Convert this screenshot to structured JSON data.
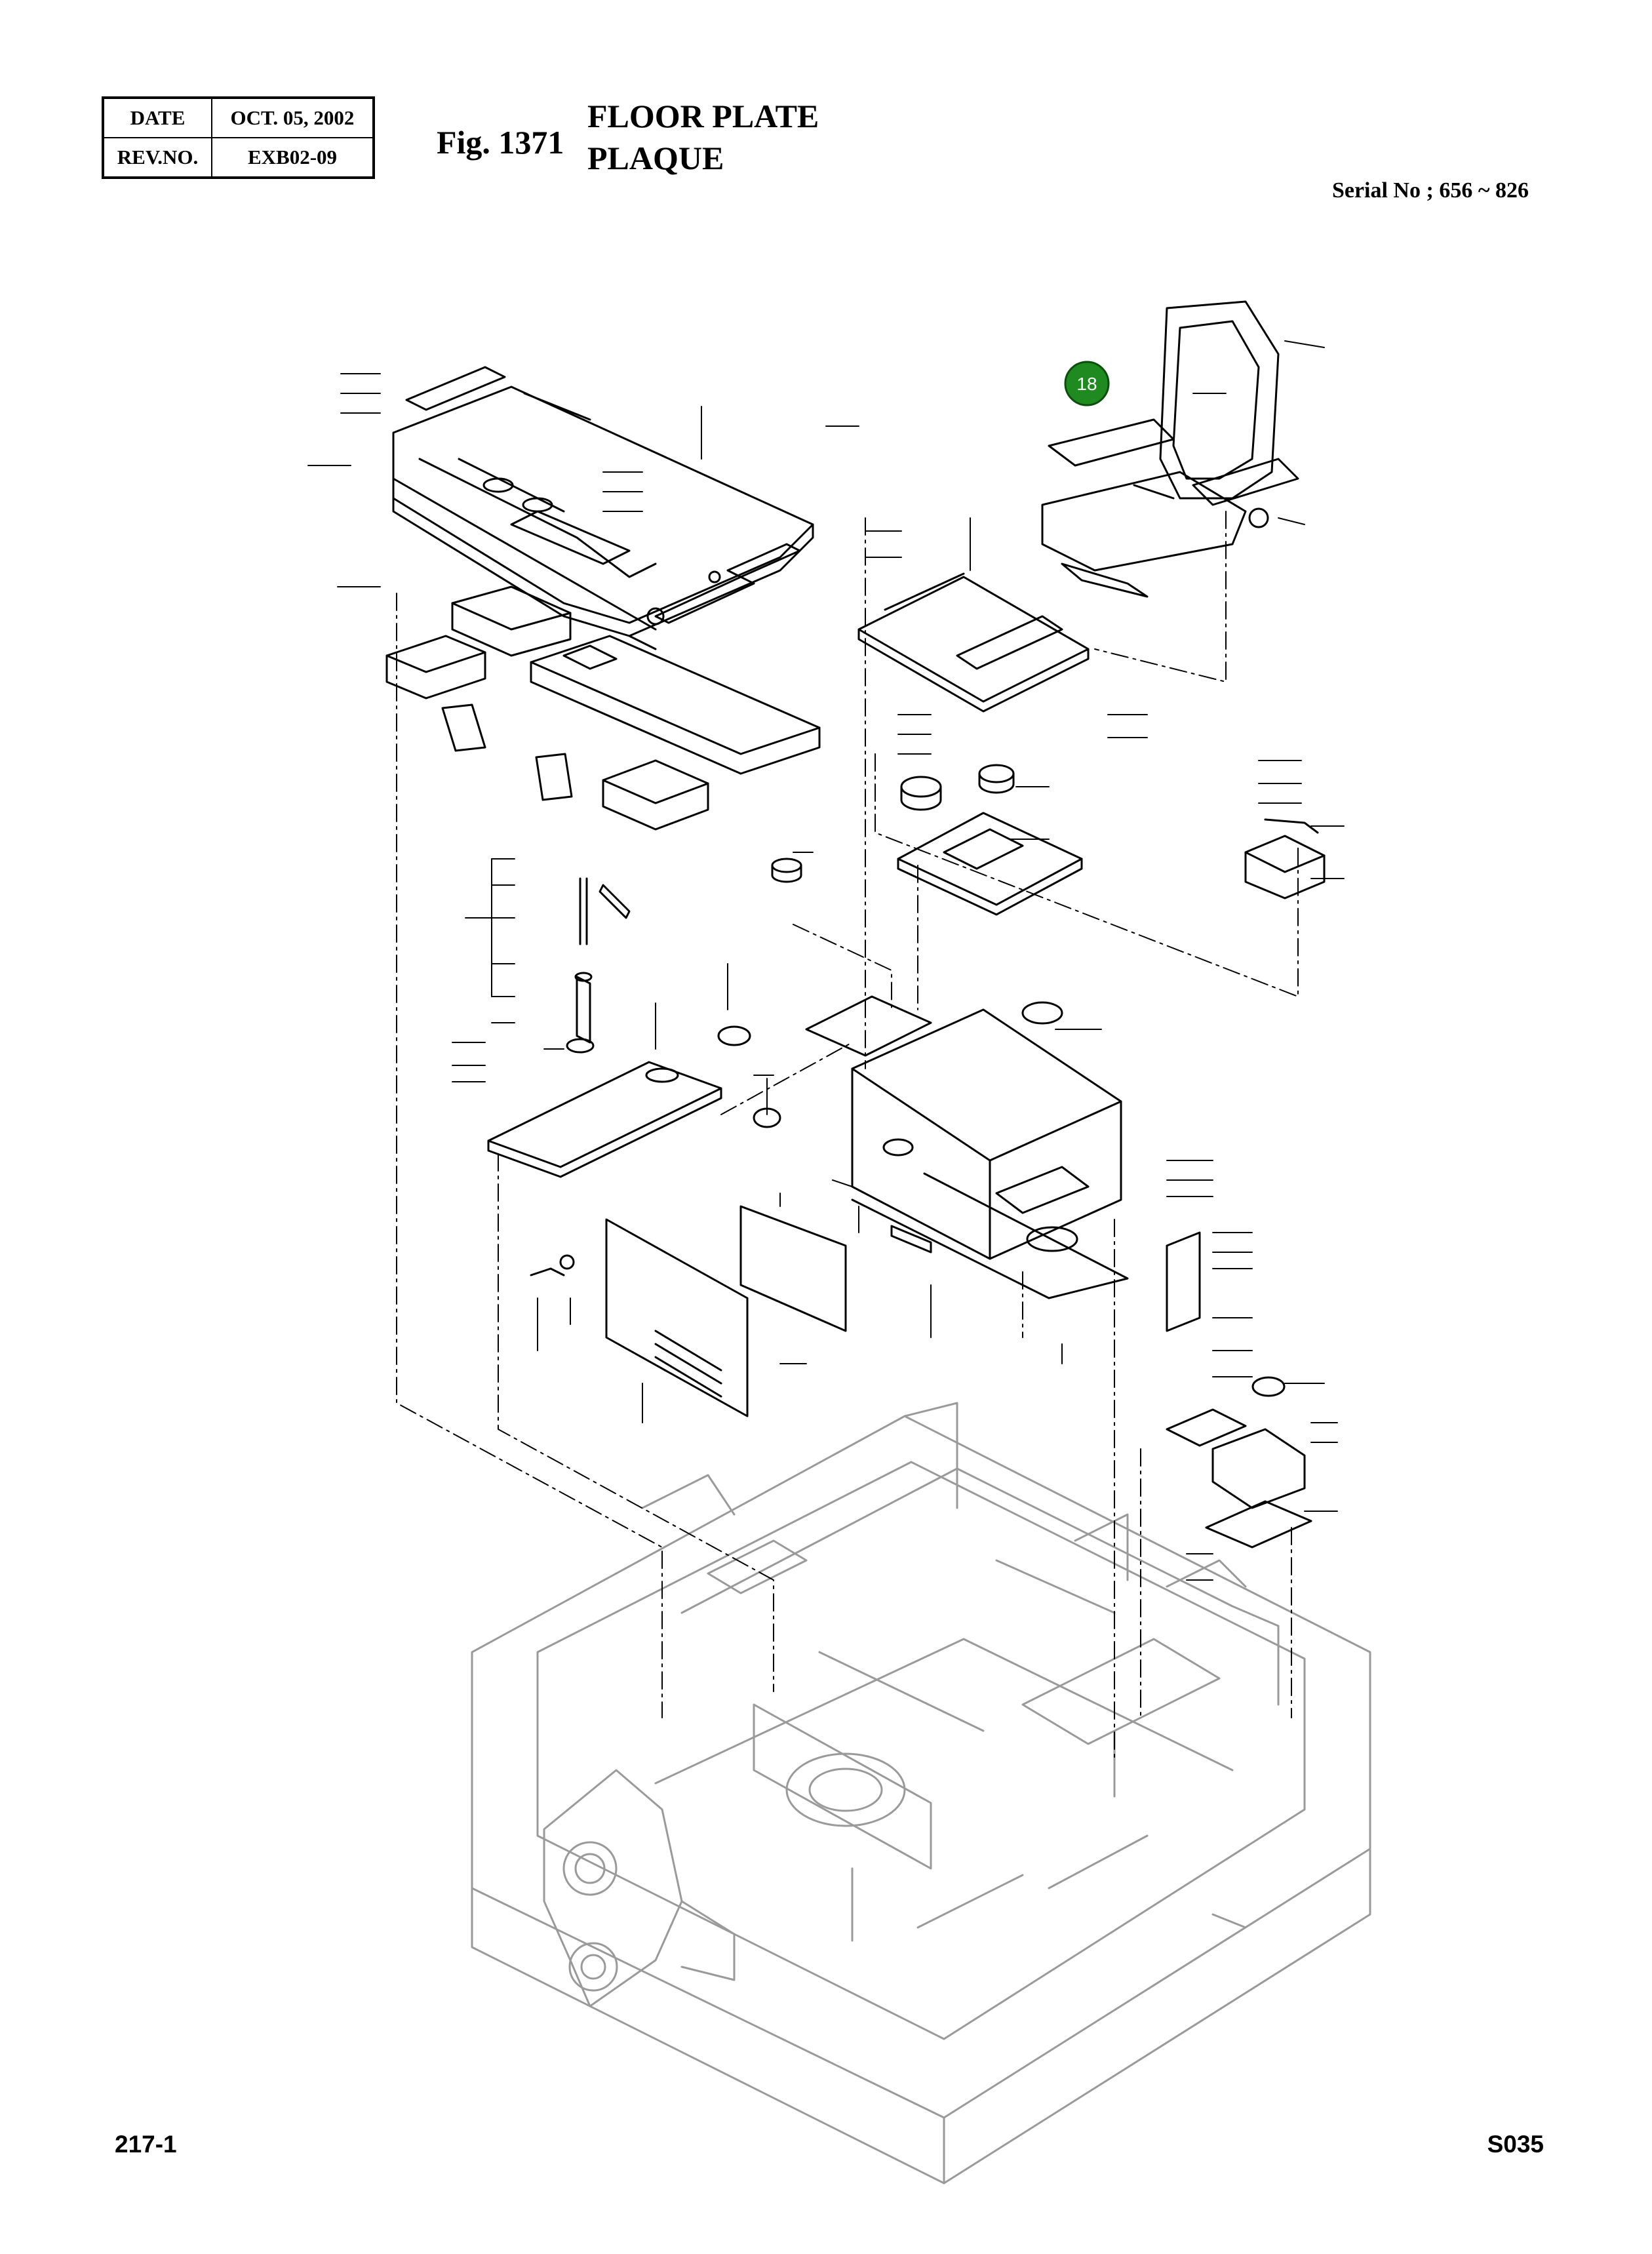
{
  "header": {
    "date_label": "DATE",
    "date_value": "OCT. 05, 2002",
    "rev_label": "REV.NO.",
    "rev_value": "EXB02-09",
    "fig_number": "Fig. 1371",
    "title_en": "FLOOR PLATE",
    "title_fr": "PLAQUE",
    "serial": "Serial No ; 656 ~ 826"
  },
  "diagram": {
    "callout_label": "18",
    "callout_color": "#1f8a1f",
    "line_color": "#000000",
    "ghost_color": "#9a9a9a"
  },
  "footer": {
    "page_number": "217-1",
    "doc_code": "S035"
  }
}
